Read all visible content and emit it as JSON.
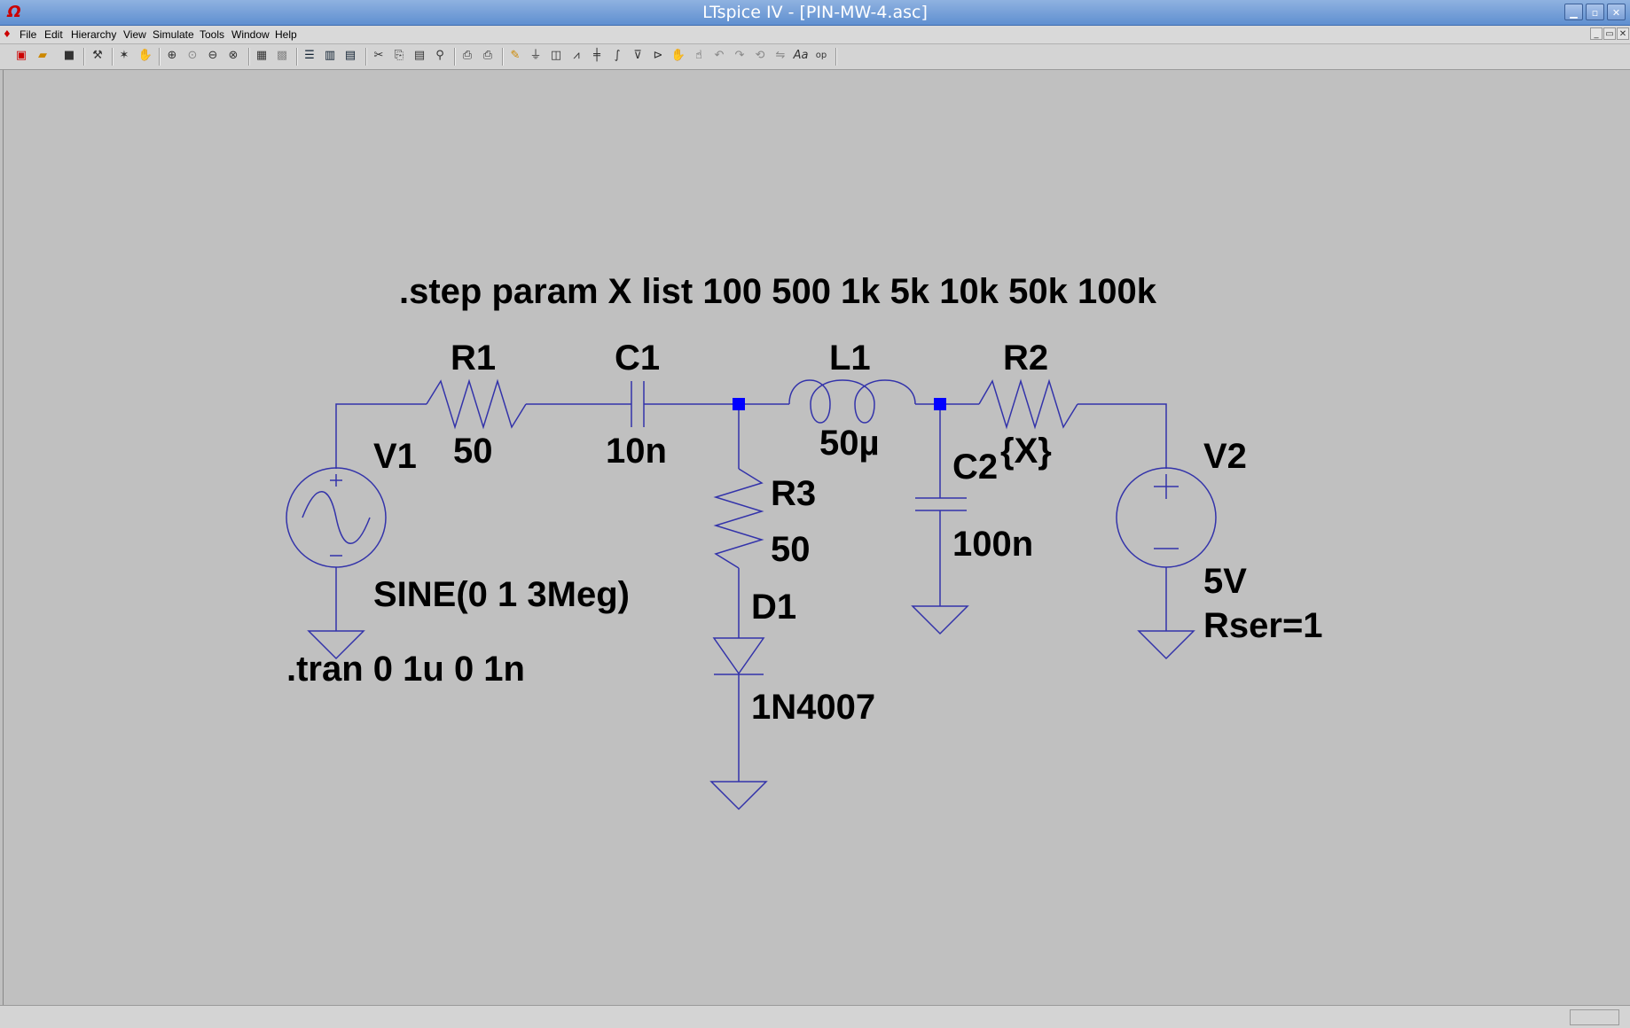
{
  "window": {
    "title": "LTspice IV - [PIN-MW-4.asc]",
    "controls": [
      "minimize-icon",
      "maximize-icon",
      "close-icon"
    ]
  },
  "menu": {
    "items": [
      "File",
      "Edit",
      "Hierarchy",
      "View",
      "Simulate",
      "Tools",
      "Window",
      "Help"
    ]
  },
  "toolbar": {
    "icons": [
      "new-schematic-icon",
      "open-icon",
      "save-icon",
      "control-panel-icon",
      "run-icon",
      "halt-icon",
      "zoom-in-icon",
      "pan-icon",
      "zoom-out-icon",
      "zoom-fit-icon",
      "autorange-icon",
      "grid-icon",
      "tile-horizontal-icon",
      "tile-vertical-icon",
      "cascade-icon",
      "cut-icon",
      "copy-icon",
      "paste-icon",
      "find-icon",
      "print-setup-icon",
      "print-icon",
      "draw-wire-icon",
      "ground-icon",
      "label-net-icon",
      "resistor-icon",
      "capacitor-icon",
      "inductor-icon",
      "diode-icon",
      "component-icon",
      "move-icon",
      "drag-icon",
      "undo-icon",
      "redo-icon",
      "rotate-icon",
      "mirror-icon",
      "text-icon",
      "spice-directive-icon"
    ]
  },
  "schematic": {
    "colors": {
      "wire": "#3333aa",
      "junction": "#0000ff",
      "text": "#000000",
      "background": "#c0c0c0"
    },
    "directives": {
      "step": ".step param X list 100 500 1k 5k 10k 50k 100k",
      "tran": ".tran 0 1u 0 1n"
    },
    "components": {
      "R1": {
        "name": "R1",
        "value": "50"
      },
      "C1": {
        "name": "C1",
        "value": "10n"
      },
      "L1": {
        "name": "L1",
        "value": "50µ"
      },
      "R2": {
        "name": "R2",
        "value": "{X}"
      },
      "R3": {
        "name": "R3",
        "value": "50"
      },
      "C2": {
        "name": "C2",
        "value": "100n"
      },
      "D1": {
        "name": "D1",
        "value": "1N4007"
      },
      "V1": {
        "name": "V1",
        "value": "SINE(0 1 3Meg)"
      },
      "V2": {
        "name": "V2",
        "value": "5V",
        "extra": "Rser=1"
      }
    }
  }
}
